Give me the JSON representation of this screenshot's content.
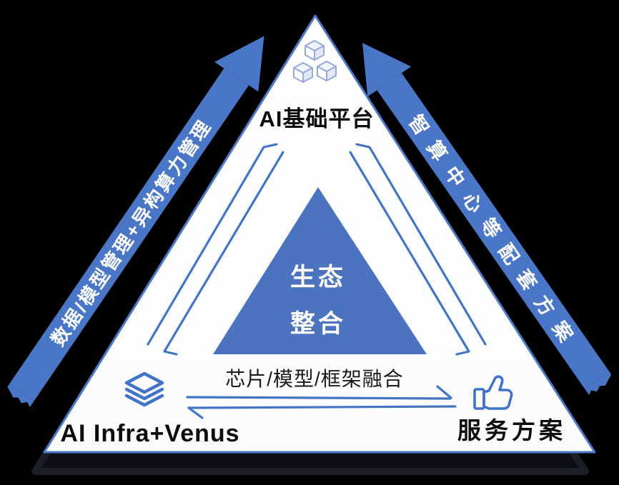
{
  "diagram": {
    "title_context": "AI platform ecosystem triangle diagram",
    "vertices": {
      "top": {
        "label": "AI基础平台",
        "icon": "cubes-icon"
      },
      "bottom_left": {
        "label": "AI Infra+Venus",
        "icon": "layers-icon"
      },
      "bottom_right": {
        "label": "服务方案",
        "icon": "thumbs-up-icon"
      }
    },
    "center": {
      "line1": "生态",
      "line2": "整合"
    },
    "bottom_edge_label": "芯片/模型/框架融合",
    "banners": {
      "left": {
        "text": "数据/模型管理+异构算力管理",
        "arrow_direction": "up-toward-apex"
      },
      "right": {
        "text": "智算中心等配套方案",
        "arrow_direction": "up-toward-apex"
      }
    },
    "colors": {
      "background": "#000000",
      "banner_blue": "#4A76C8",
      "inner_triangle_blue": "#4B73C0",
      "triangle_outline_blue": "#4E79CA",
      "flow_arrow_blue": "#4374C6",
      "icon_blue": "#4273C8",
      "cube_outline": "#97A8DB",
      "label_text": "#0d0d0d",
      "center_text": "#ffffff",
      "shadow_dark": "#23262e"
    }
  }
}
